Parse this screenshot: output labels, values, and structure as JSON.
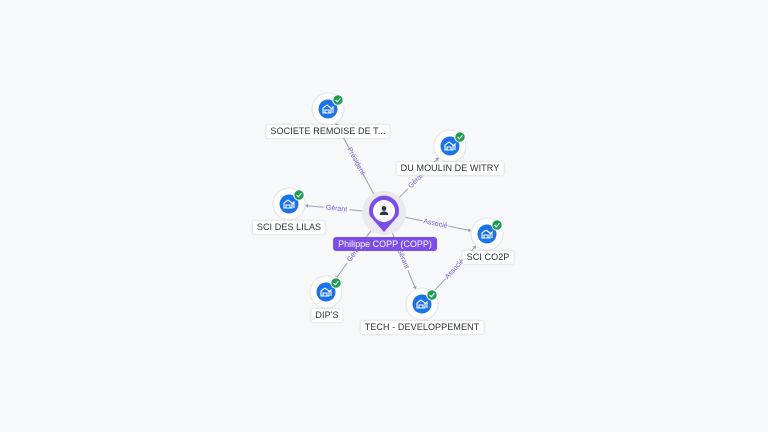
{
  "center": {
    "label": "Philippe COPP (COPP)",
    "icon": "person-icon",
    "color": "#7c4dea"
  },
  "colors": {
    "company": "#1a73e8",
    "check": "#1f9d55",
    "edge": "#9aa0b4",
    "edge_label": "#6b5fd6"
  },
  "nodes": [
    {
      "id": "societe",
      "label": "SOCIETE REMOISE DE T...",
      "icon": "building-icon",
      "status": "check-icon"
    },
    {
      "id": "moulin",
      "label": "DU MOULIN DE WITRY",
      "icon": "building-icon",
      "status": "check-icon"
    },
    {
      "id": "lilas",
      "label": "SCI DES LILAS",
      "icon": "building-icon",
      "status": "check-icon"
    },
    {
      "id": "co2p",
      "label": "SCI CO2P",
      "icon": "building-icon",
      "status": "check-icon"
    },
    {
      "id": "dips",
      "label": "DIP'S",
      "icon": "building-icon",
      "status": "check-icon"
    },
    {
      "id": "tech",
      "label": "TECH - DEVELOPPEMENT",
      "icon": "building-icon",
      "status": "check-icon"
    }
  ],
  "edges": [
    {
      "to": "societe",
      "label": "Président"
    },
    {
      "to": "moulin",
      "label": "Gérant"
    },
    {
      "to": "lilas",
      "label": "Gérant"
    },
    {
      "to": "co2p",
      "label": "Associé"
    },
    {
      "to": "dips",
      "label": "Gérant"
    },
    {
      "to": "tech",
      "label": "Gérant"
    },
    {
      "from": "tech",
      "to": "co2p",
      "label": "Associé"
    }
  ]
}
